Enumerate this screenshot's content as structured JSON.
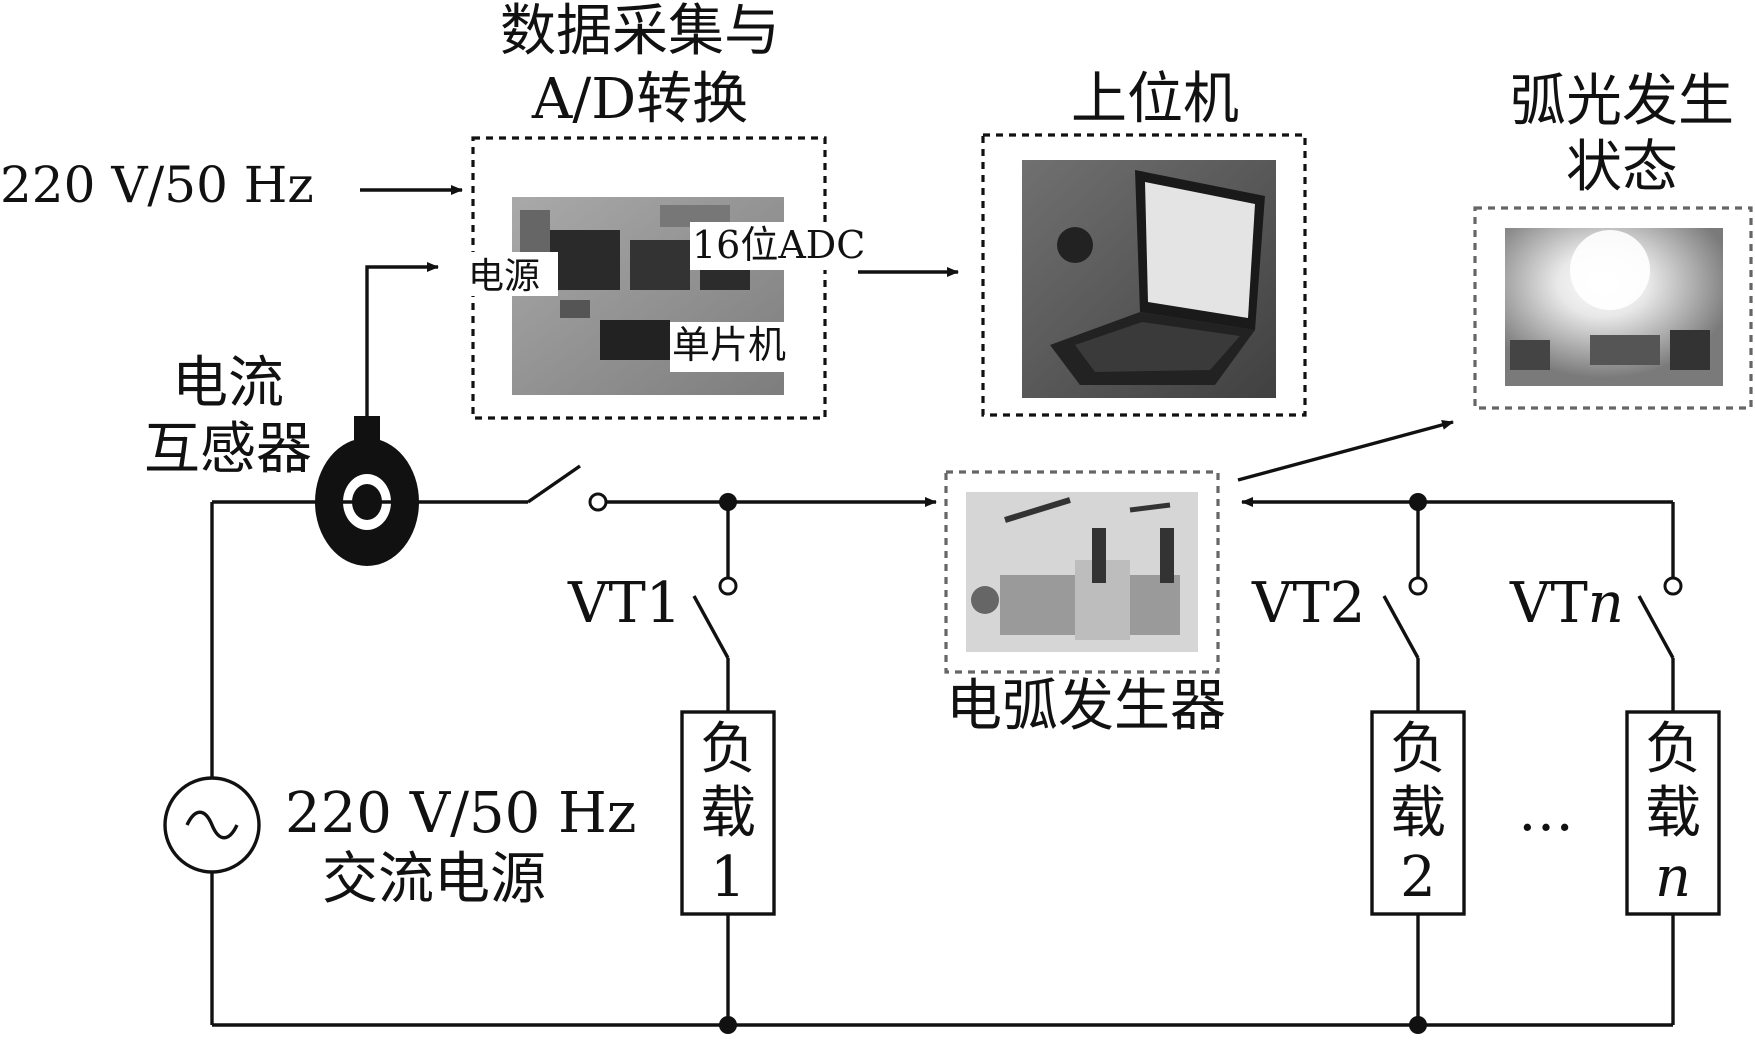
{
  "labels": {
    "daq_title_1": "数据采集与",
    "daq_title_2": "A/D转换",
    "host_title": "上位机",
    "arc_state_1": "弧光发生",
    "arc_state_2": "状态",
    "input_voltage": "220 V/50 Hz",
    "power_label": "电源",
    "adc_label": "16位ADC",
    "mcu_label": "单片机",
    "ct_1": "电流",
    "ct_2": "互感器",
    "source_1": "220 V/50 Hz",
    "source_2": "交流电源",
    "arc_generator": "电弧发生器",
    "vt1": "VT1",
    "vt2": "VT2",
    "vtn_prefix": "VT",
    "vtn_suffix": "n",
    "ellipsis": "…"
  },
  "loads": [
    {
      "line1": "负",
      "line2": "载",
      "line3": "1"
    },
    {
      "line1": "负",
      "line2": "载",
      "line3": "2"
    },
    {
      "line1": "负",
      "line2": "载",
      "line3": "n"
    }
  ],
  "colors": {
    "line": "#111111",
    "grey_dash": "#666666"
  }
}
